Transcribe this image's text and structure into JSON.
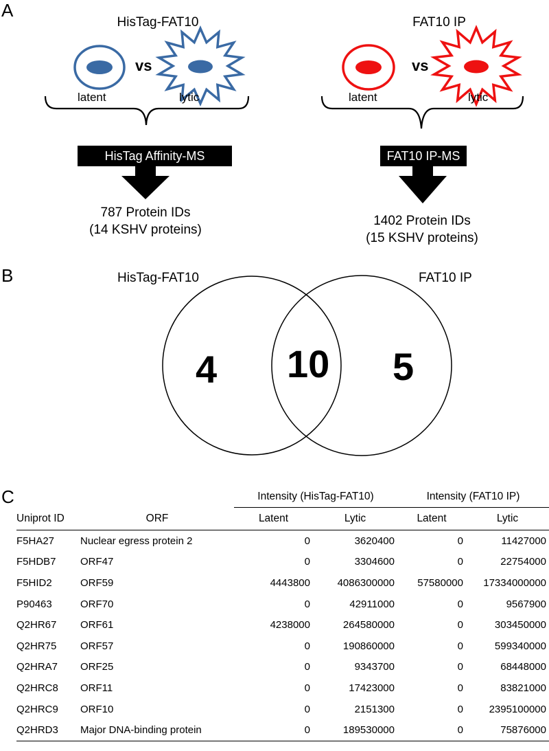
{
  "panel_a": {
    "label": "A",
    "left": {
      "title": "HisTag-FAT10",
      "vs": "vs",
      "latent": "latent",
      "lytic": "lytic",
      "method": "HisTag Affinity-MS",
      "result_line1": "787 Protein IDs",
      "result_line2": "(14 KSHV proteins)",
      "color": "#3a6aa4"
    },
    "right": {
      "title": "FAT10 IP",
      "vs": "vs",
      "latent": "latent",
      "lytic": "lytic",
      "method": "FAT10 IP-MS",
      "result_line1": "1402 Protein IDs",
      "result_line2": "(15 KSHV proteins)",
      "color": "#ee1111"
    }
  },
  "panel_b": {
    "label": "B",
    "left_set": "HisTag-FAT10",
    "right_set": "FAT10 IP",
    "left_only": "4",
    "overlap": "10",
    "right_only": "5"
  },
  "panel_c": {
    "label": "C",
    "group_histag": "Intensity (HisTag-FAT10)",
    "group_fat10": "Intensity (FAT10 IP)",
    "headers": [
      "Uniprot ID",
      "ORF",
      "Latent",
      "Lytic",
      "Latent",
      "Lytic"
    ],
    "rows": [
      [
        "F5HA27",
        "Nuclear egress protein 2",
        "0",
        "3620400",
        "0",
        "11427000"
      ],
      [
        "F5HDB7",
        "ORF47",
        "0",
        "3304600",
        "0",
        "22754000"
      ],
      [
        "F5HID2",
        "ORF59",
        "4443800",
        "4086300000",
        "57580000",
        "17334000000"
      ],
      [
        "P90463",
        "ORF70",
        "0",
        "42911000",
        "0",
        "9567900"
      ],
      [
        "Q2HR67",
        "ORF61",
        "4238000",
        "264580000",
        "0",
        "303450000"
      ],
      [
        "Q2HR75",
        "ORF57",
        "0",
        "190860000",
        "0",
        "599340000"
      ],
      [
        "Q2HRA7",
        "ORF25",
        "0",
        "9343700",
        "0",
        "68448000"
      ],
      [
        "Q2HRC8",
        "ORF11",
        "0",
        "17423000",
        "0",
        "83821000"
      ],
      [
        "Q2HRC9",
        "ORF10",
        "0",
        "2151300",
        "0",
        "2395100000"
      ],
      [
        "Q2HRD3",
        "Major DNA-binding protein",
        "0",
        "189530000",
        "0",
        "75876000"
      ]
    ]
  }
}
